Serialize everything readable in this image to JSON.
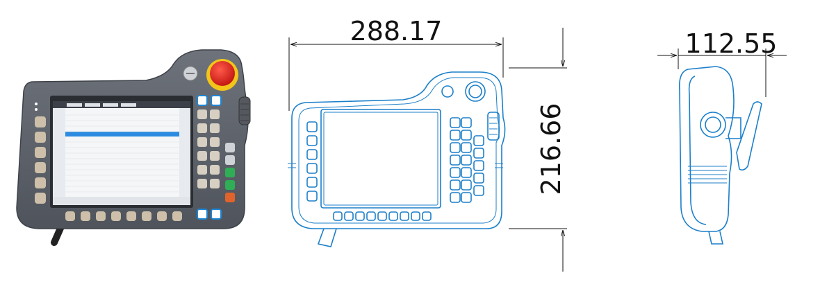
{
  "dimensions": {
    "width": "288.17",
    "height": "216.66",
    "depth": "112.55"
  },
  "colors": {
    "body_dark": "#5b6068",
    "body_mid": "#6d727a",
    "accent_blue": "#1f86d4",
    "estop_red": "#e3231d",
    "estop_yellow": "#f2c51a",
    "green_button": "#2fae55",
    "orange_button": "#e0632b",
    "outline_blue": "#1b7fc9"
  },
  "views": [
    "front-render",
    "front-outline",
    "side-outline"
  ]
}
